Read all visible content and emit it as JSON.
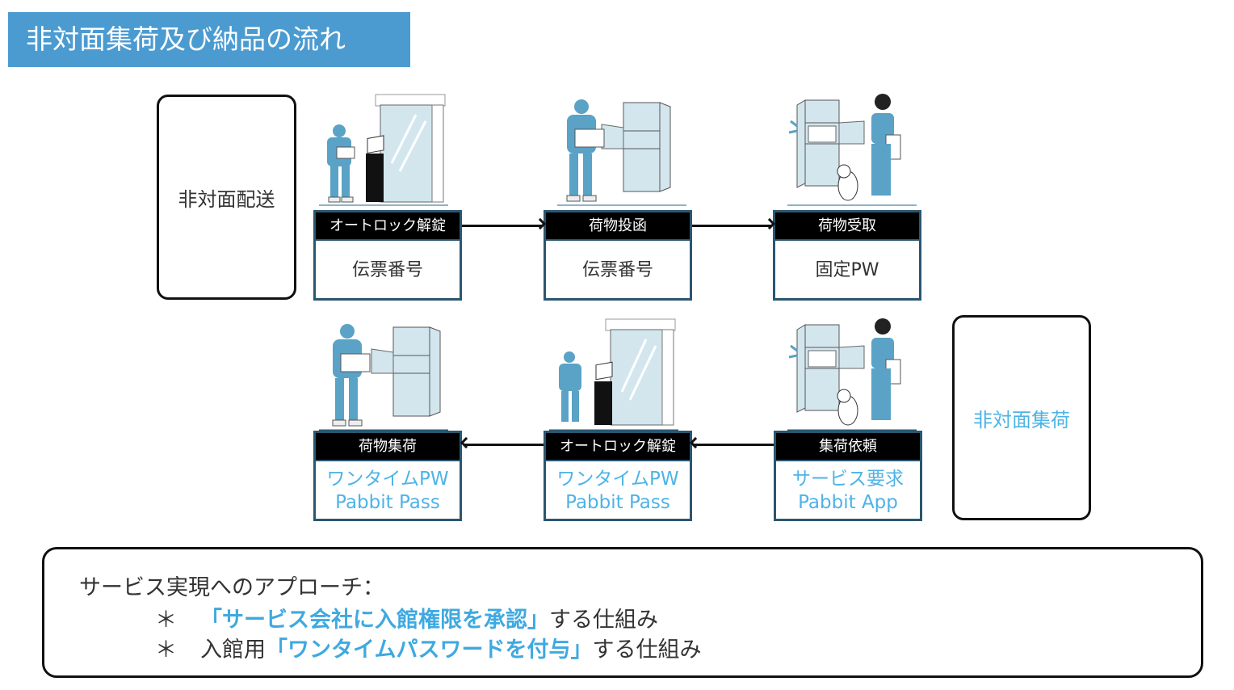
{
  "title": "非対面集荷及び納品の流れ",
  "delivery_label": "非対面配送",
  "collection_label": "非対面集荷",
  "delivery_flow": [
    {
      "header": "オートロック解錠",
      "body": [
        "伝票番号"
      ],
      "illustration": "courier-at-intercom-icon"
    },
    {
      "header": "荷物投函",
      "body": [
        "伝票番号"
      ],
      "illustration": "courier-at-locker-icon"
    },
    {
      "header": "荷物受取",
      "body": [
        "固定PW"
      ],
      "illustration": "resident-at-locker-icon"
    }
  ],
  "collection_flow": [
    {
      "header": "荷物集荷",
      "body": [
        "ワンタイムPW",
        "Pabbit Pass"
      ],
      "illustration": "courier-at-locker-icon"
    },
    {
      "header": "オートロック解錠",
      "body": [
        "ワンタイムPW",
        "Pabbit Pass"
      ],
      "illustration": "courier-at-intercom-icon"
    },
    {
      "header": "集荷依頼",
      "body": [
        "サービス要求",
        "Pabbit App"
      ],
      "illustration": "resident-at-locker-icon"
    }
  ],
  "approach": {
    "title": "サービス実現へのアプローチ：",
    "bullet": "＊",
    "items": [
      {
        "prefix": "",
        "highlight": "「サービス会社に入館権限を承認」",
        "suffix": "する仕組み"
      },
      {
        "prefix": "入館用",
        "highlight": "「ワンタイムパスワードを付与」",
        "suffix": "する仕組み"
      }
    ]
  },
  "colors": {
    "banner": "#4b9bd1",
    "highlight": "#3fa9e0",
    "step_border": "#2b5670",
    "illustration_blue": "#5aa2c6",
    "locker": "#d3e4ea"
  }
}
